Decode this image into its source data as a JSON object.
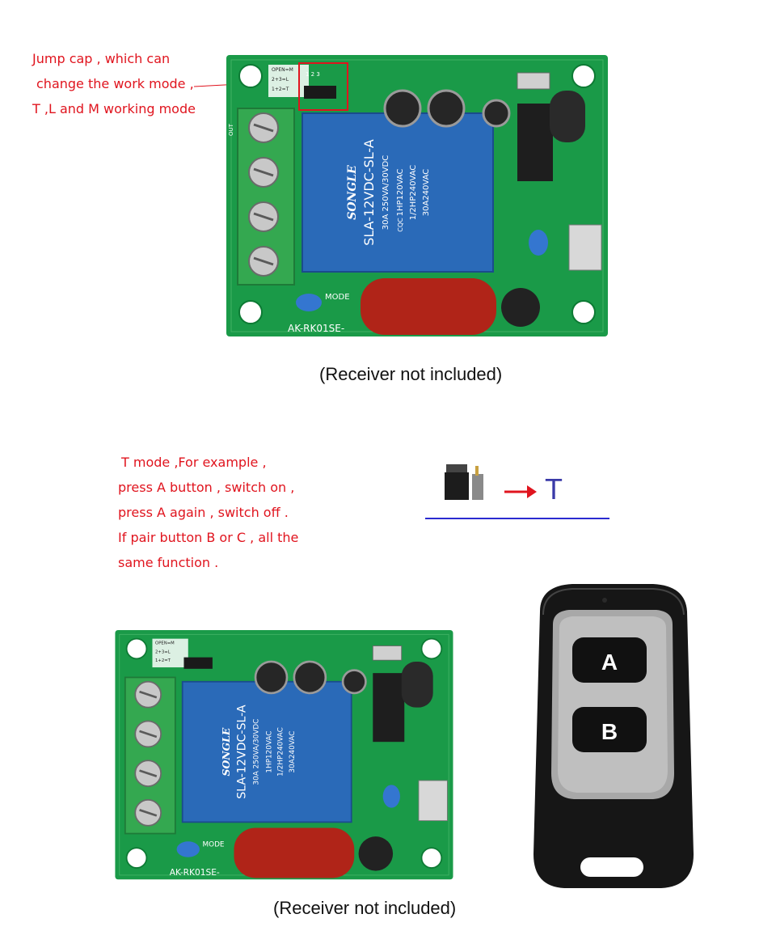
{
  "top_section": {
    "annotation_lines": [
      "Jump cap , which can",
      "change the work mode ,",
      "T ,L and M working mode"
    ],
    "caption": "(Receiver not included)"
  },
  "board": {
    "relay_brand": "SONGLE",
    "relay_model": "SLA-12VDC-SL-A",
    "relay_rating_1": "30A 250VA/30VDC",
    "relay_rating_2": "1HP120VAC",
    "relay_rating_3": "1/2HP240VAC",
    "relay_rating_4": "30A240VAC",
    "relay_cqc": "CQC",
    "board_label": "AK-RK01SE-",
    "mode_label": "MODE",
    "jumper_labels": [
      "OPEN=M",
      "2+3=L",
      "1+2=T"
    ],
    "jumper_pins": "1 2 3",
    "out_label": "OUT"
  },
  "middle_section": {
    "description_lines": [
      "T mode ,For example ,",
      "press A button , switch on ,",
      " press A again , switch off .",
      "If pair button B or C , all the",
      "same function ."
    ],
    "mode_letter": "T",
    "colors": {
      "arrow": "#e0141e",
      "mode_letter": "#3a3aa8",
      "underline": "#2a2ad0"
    }
  },
  "remote": {
    "button_a": "A",
    "button_b": "B"
  },
  "bottom_section": {
    "caption": "(Receiver not included)"
  },
  "colors": {
    "pcb": "#1a9a48",
    "relay": "#2a6ab8",
    "capacitor": "#b02418",
    "annotation": "#e0141e",
    "remote_body": "#161616"
  }
}
